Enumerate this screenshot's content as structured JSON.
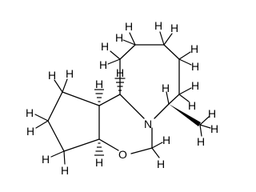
{
  "molecule": {
    "atoms": {
      "nitrogen": "N",
      "oxygen": "O",
      "hydrogen": "H"
    }
  }
}
